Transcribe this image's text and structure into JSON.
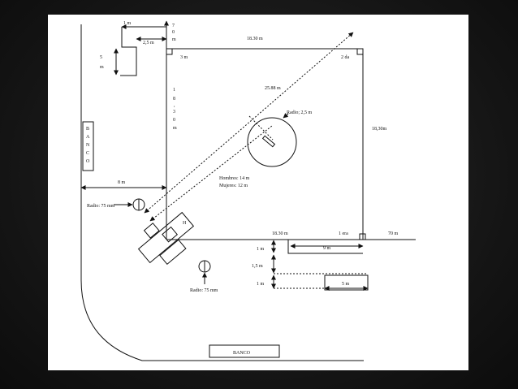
{
  "diagram": {
    "bench_left": [
      "B",
      "A",
      "N",
      "C",
      "O"
    ],
    "bench_bottom": "BANCO",
    "dim_1m_top": "1 m",
    "dim_25m_top": "2,5 m",
    "dim_5m_vertical": [
      "5",
      "m"
    ],
    "dim_7m_vertical": [
      "7",
      "0",
      "m"
    ],
    "dim_3m": "3 m",
    "dim_1830_top": "18.30 m",
    "dim_2da": "2 da",
    "dim_2588": "25.88 m",
    "dim_radio_center": "Radio; 2,5 m",
    "dim_1830_left_vertical": [
      "1",
      "8",
      ",",
      "3",
      "0",
      "m"
    ],
    "dim_1830_right": "18,30m",
    "dim_8m": "8 m",
    "radio_left": "Radio: 75 mm",
    "hombres": "Hombres: 14 m",
    "mujeres": "Mujeres: 12 m",
    "label_H": "H",
    "dim_1830_bottom": "18.30 m",
    "dim_1era": "1 era",
    "dim_70m": "70 m",
    "dim_1m_a": "1 m",
    "dim_9m": "9 m",
    "dim_15m": "1,5 m",
    "dim_1m_b": "1 m",
    "dim_5m_bottom": "5 m",
    "radio_bottom": "Radio: 75 mm"
  }
}
